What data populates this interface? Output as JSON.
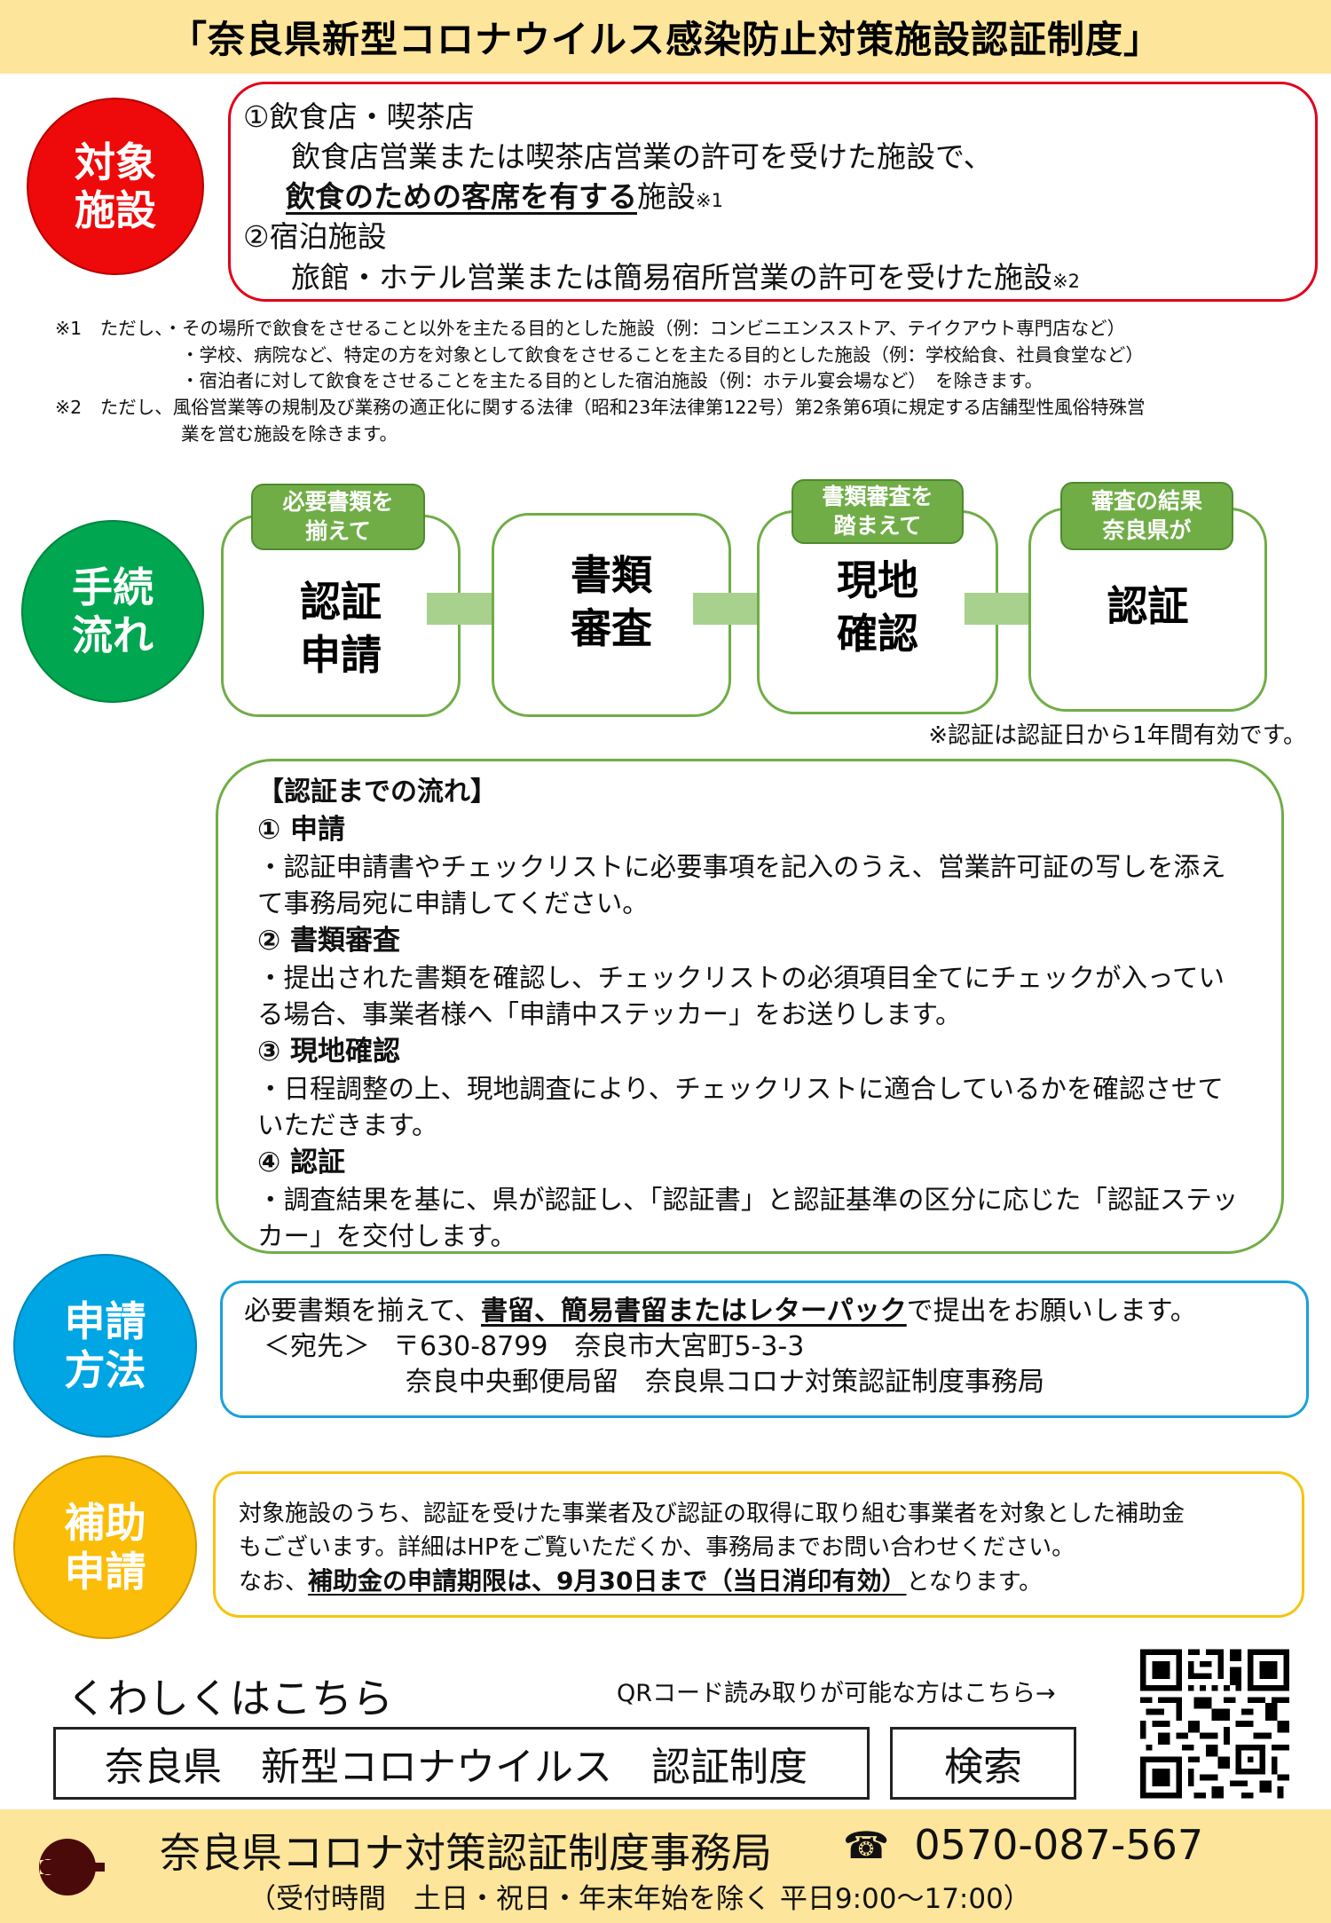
{
  "header": {
    "title": "「奈良県新型コロナウイルス感染防止対策施設認証制度」"
  },
  "colors": {
    "header_bg": "#fde59b",
    "red": "#ee0a0a",
    "green": "#00a650",
    "flow_green": "#70ad47",
    "arrow_green": "#a9d18e",
    "blue": "#00a5e3",
    "yellow": "#fbbd07",
    "logo_brown": "#4a0a0a"
  },
  "target": {
    "badge": [
      "対象",
      "施設"
    ],
    "item1_title": "①飲食店・喫茶店",
    "item1_desc1": "飲食店営業または喫茶店営業の許可を受けた施設で、",
    "item1_desc2_emph": "飲食のための客席を有する",
    "item1_desc2_rest": "施設",
    "item1_mark": "※1",
    "item2_title": "②宿泊施設",
    "item2_desc": "旅館・ホテル営業または簡易宿所営業の許可を受けた施設",
    "item2_mark": "※2"
  },
  "notes": {
    "n1_prefix": "※1　ただし、",
    "n1_lines": [
      "・その場所で飲食をさせること以外を主たる目的とした施設（例：コンビニエンスストア、テイクアウト専門店など）",
      "・学校、病院など、特定の方を対象として飲食をさせることを主たる目的とした施設（例：学校給食、社員食堂など）",
      "・宿泊者に対して飲食をさせることを主たる目的とした宿泊施設（例：ホテル宴会場など）　を除きます。"
    ],
    "n2_line1": "※2　ただし、風俗営業等の規制及び業務の適正化に関する法律（昭和23年法律第122号）第2条第6項に規定する店舗型性風俗特殊営",
    "n2_line2": "業を営む施設を除きます。"
  },
  "flow": {
    "badge": [
      "手続",
      "流れ"
    ],
    "steps": [
      {
        "tab": [
          "必要書類を",
          "揃えて"
        ],
        "label": [
          "認証",
          "申請"
        ]
      },
      {
        "tab": null,
        "label": [
          "書類",
          "審査"
        ]
      },
      {
        "tab": [
          "書類審査を",
          "踏まえて"
        ],
        "label": [
          "現地",
          "確認"
        ]
      },
      {
        "tab": [
          "審査の結果",
          "奈良県が"
        ],
        "label": [
          "認証"
        ]
      }
    ],
    "note": "※認証は認証日から1年間有効です。"
  },
  "process": {
    "title": "【認証までの流れ】",
    "steps": [
      {
        "heading": "① 申請",
        "text": "・認証申請書やチェックリストに必要事項を記入のうえ、営業許可証の写しを添えて事務局宛に申請してください。"
      },
      {
        "heading": "② 書類審査",
        "text": "・提出された書類を確認し、チェックリストの必須項目全てにチェックが入っている場合、事業者様へ「申請中ステッカー」をお送りします。"
      },
      {
        "heading": "③ 現地確認",
        "text": "・日程調整の上、現地調査により、チェックリストに適合しているかを確認させていただきます。"
      },
      {
        "heading": "④ 認証",
        "text": "・調査結果を基に、県が認証し、「認証書」と認証基準の区分に応じた「認証ステッカー」を交付します。"
      }
    ]
  },
  "apply": {
    "badge": [
      "申請",
      "方法"
    ],
    "line1_pre": "必要書類を揃えて、",
    "line1_emph": "書留、簡易書留またはレターパック",
    "line1_post": "で提出をお願いします。",
    "addr_label": "＜宛先＞",
    "addr_line1": "〒630-8799　奈良市大宮町5-3-3",
    "addr_line2": "奈良中央郵便局留　奈良県コロナ対策認証制度事務局"
  },
  "subsidy": {
    "badge": [
      "補助",
      "申請"
    ],
    "line1": "対象施設のうち、認証を受けた事業者及び認証の取得に取り組む事業者を対象とした補助金",
    "line2": "もございます。詳細はHPをご覧いただくか、事務局までお問い合わせください。",
    "line3_pre": "なお、",
    "line3_emph": "補助金の申請期限は、9月30日まで（当日消印有効）",
    "line3_post": "となります。"
  },
  "search": {
    "label": "くわしくはこちら",
    "qr_text": "QRコード読み取りが可能な方はこちら→",
    "query": "奈良県　新型コロナウイルス　認証制度",
    "button": "検索",
    "qr_icon": "qr-code-icon"
  },
  "footer": {
    "office": "奈良県コロナ対策認証制度事務局",
    "phone_icon": "☎",
    "phone": "0570-087-567",
    "hours": "（受付時間　土日・祝日・年末年始を除く 平日9:00～17:00）",
    "logo_icon": "nara-prefecture-emblem-icon"
  }
}
